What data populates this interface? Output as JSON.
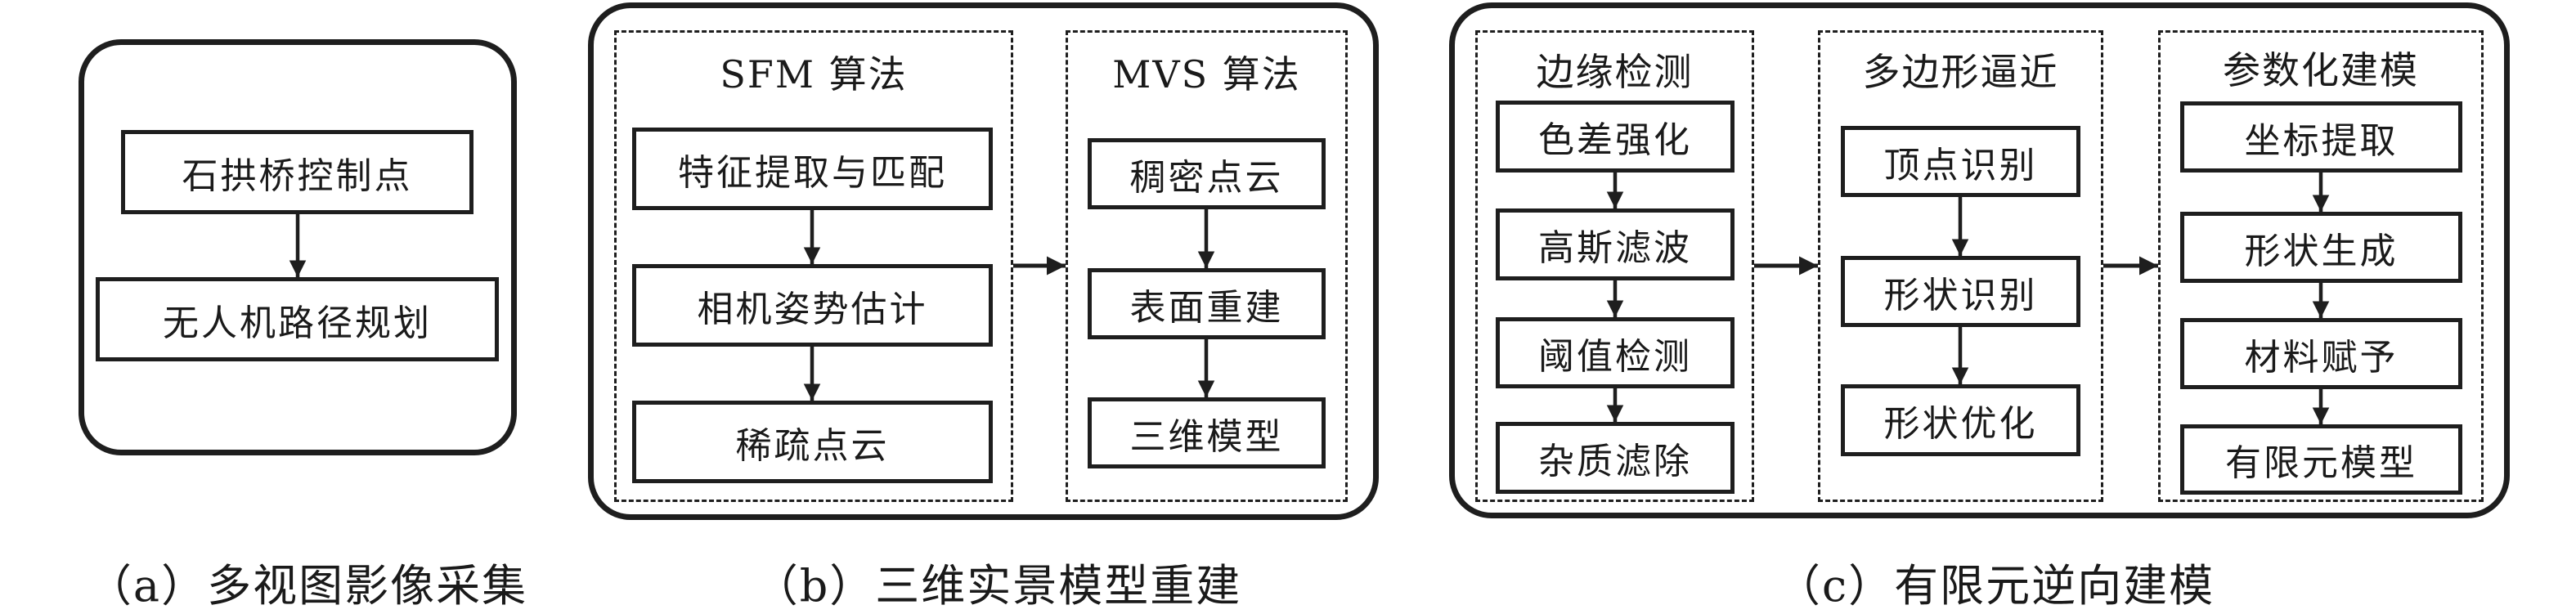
{
  "panels": {
    "a": {
      "caption": "（a）多视图影像采集",
      "steps": [
        "石拱桥控制点",
        "无人机路径规划"
      ]
    },
    "b": {
      "caption": "（b）三维实景模型重建",
      "groups": [
        {
          "title": "SFM 算法",
          "steps": [
            "特征提取与匹配",
            "相机姿势估计",
            "稀疏点云"
          ]
        },
        {
          "title": "MVS 算法",
          "steps": [
            "稠密点云",
            "表面重建",
            "三维模型"
          ]
        }
      ]
    },
    "c": {
      "caption": "（c）有限元逆向建模",
      "groups": [
        {
          "title": "边缘检测",
          "steps": [
            "色差强化",
            "高斯滤波",
            "阈值检测",
            "杂质滤除"
          ]
        },
        {
          "title": "多边形逼近",
          "steps": [
            "顶点识别",
            "形状识别",
            "形状优化"
          ]
        },
        {
          "title": "参数化建模",
          "steps": [
            "坐标提取",
            "形状生成",
            "材料赋予",
            "有限元模型"
          ]
        }
      ]
    }
  },
  "colors": {
    "stroke": "#1e1e1e",
    "background": "#ffffff"
  }
}
